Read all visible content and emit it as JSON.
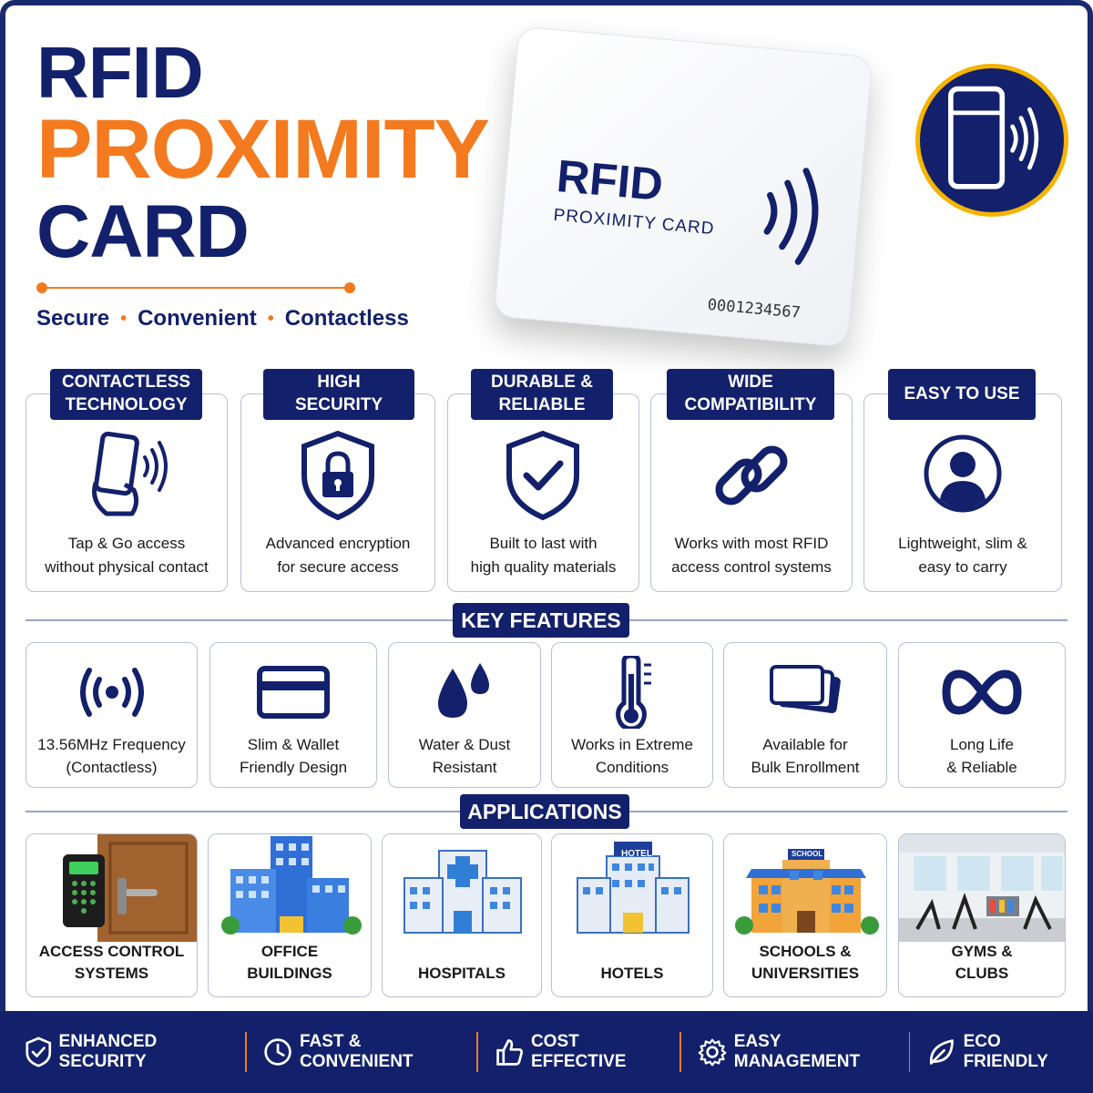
{
  "hero": {
    "title_line1": "RFID",
    "title_line2": "PROXIMITY",
    "title_line3": "CARD",
    "tagline": [
      "Secure",
      "Convenient",
      "Contactless"
    ],
    "tagline_sep": "•"
  },
  "card": {
    "title": "RFID",
    "subtitle": "PROXIMITY CARD",
    "serial": "0001234567"
  },
  "benefits": [
    {
      "title": "CONTACTLESS TECHNOLOGY",
      "icon": "tap-phone-icon",
      "text1": "Tap & Go access",
      "text2": "without physical contact"
    },
    {
      "title": "HIGH SECURITY",
      "icon": "lock-shield-icon",
      "text1": "Advanced encryption",
      "text2": "for secure access"
    },
    {
      "title": "DURABLE & RELIABLE",
      "icon": "check-shield-icon",
      "text1": "Built to last with",
      "text2": "high quality materials"
    },
    {
      "title": "WIDE COMPATIBILITY",
      "icon": "link-icon",
      "text1": "Works with most RFID",
      "text2": "access control systems"
    },
    {
      "title": "EASY TO USE",
      "icon": "user-icon",
      "text1": "Lightweight, slim &",
      "text2": "easy to carry"
    }
  ],
  "sections": {
    "features": "KEY FEATURES",
    "applications": "APPLICATIONS"
  },
  "features": [
    {
      "icon": "signal-icon",
      "text1": "13.56MHz Frequency",
      "text2": "(Contactless)"
    },
    {
      "icon": "card-icon",
      "text1": "Slim & Wallet",
      "text2": "Friendly Design"
    },
    {
      "icon": "water-drop-icon",
      "text1": "Water & Dust",
      "text2": "Resistant"
    },
    {
      "icon": "thermometer-icon",
      "text1": "Works in Extreme",
      "text2": "Conditions"
    },
    {
      "icon": "card-stack-icon",
      "text1": "Available for",
      "text2": "Bulk Enrollment"
    },
    {
      "icon": "infinity-icon",
      "text1": "Long Life",
      "text2": "& Reliable"
    }
  ],
  "applications": [
    {
      "text1": "ACCESS CONTROL",
      "text2": "SYSTEMS"
    },
    {
      "text1": "OFFICE",
      "text2": "BUILDINGS"
    },
    {
      "text1": "HOSPITALS",
      "text2": ""
    },
    {
      "text1": "HOTELS",
      "text2": "",
      "sign": "HOTEL"
    },
    {
      "text1": "SCHOOLS &",
      "text2": "UNIVERSITIES",
      "sign": "SCHOOL"
    },
    {
      "text1": "GYMS &",
      "text2": "CLUBS"
    }
  ],
  "footer": [
    {
      "icon": "shield-check-icon",
      "label": "ENHANCED SECURITY"
    },
    {
      "icon": "clock-icon",
      "label": "FAST & CONVENIENT"
    },
    {
      "icon": "thumbs-up-icon",
      "label": "COST EFFECTIVE"
    },
    {
      "icon": "gear-icon",
      "label": "EASY MANAGEMENT"
    },
    {
      "icon": "leaf-icon",
      "label": "ECO FRIENDLY"
    }
  ],
  "colors": {
    "navy": "#13206b",
    "orange": "#f47a1f",
    "gold": "#f4b400"
  }
}
